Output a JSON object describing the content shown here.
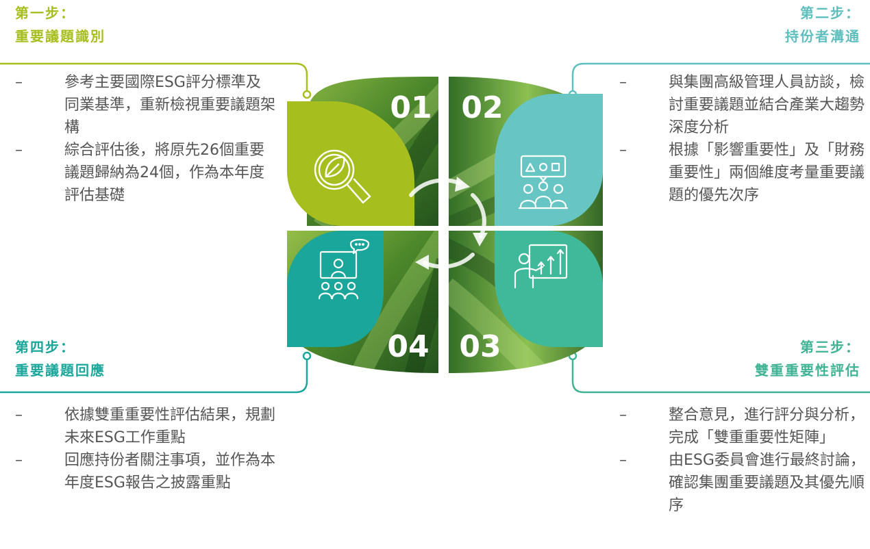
{
  "steps": [
    {
      "label": "第一步：",
      "title": "重要議題識別",
      "number": "01",
      "icon": "leaf-magnifier-icon",
      "color": "#a6be1e",
      "points": [
        "參考主要國際ESG評分標準及同業基準，重新檢視重要議題架構",
        "綜合評估後，將原先26個重要議題歸納為24個，作為本年度評估基礎"
      ]
    },
    {
      "label": "第二步：",
      "title": "持份者溝通",
      "number": "02",
      "icon": "stakeholder-meeting-icon",
      "color": "#5fbfbf",
      "points": [
        "與集團高級管理人員訪談，檢討重要議題並結合產業大趨勢深度分析",
        "根據「影響重要性」及「財務重要性」兩個維度考量重要議題的優先次序"
      ]
    },
    {
      "label": "第三步：",
      "title": "雙重重要性評估",
      "number": "03",
      "icon": "presenter-chart-icon",
      "color": "#3fb394",
      "points": [
        "整合意見，進行評分與分析，完成「雙重重要性矩陣」",
        "由ESG委員會進行最終討論，確認集團重要議題及其優先順序"
      ]
    },
    {
      "label": "第四步：",
      "title": "重要議題回應",
      "number": "04",
      "icon": "presentation-audience-icon",
      "color": "#1aa69a",
      "points": [
        "依據雙重重要性評估結果，規劃未來ESG工作重點",
        "回應持份者關注事項，並作為本年度ESG報告之披露重點"
      ]
    }
  ]
}
